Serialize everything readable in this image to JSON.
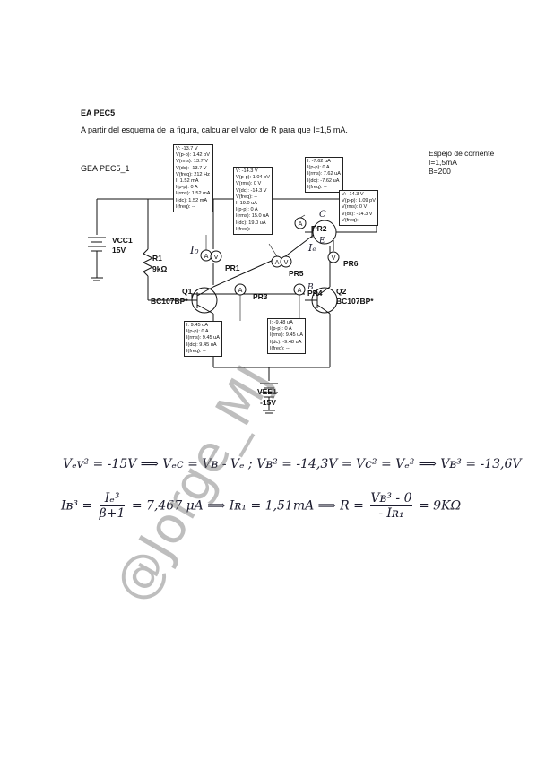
{
  "doc": {
    "title": "EA PEC5",
    "statement": "A partir del esquema de la figura, calcular el valor de R para que I=1,5 mA.",
    "side_note": [
      "Espejo de corriente",
      "I=1,5mA",
      "B=200"
    ]
  },
  "circuit": {
    "name": "GEA PEC5_1",
    "vcc_name": "VCC1",
    "vcc_value": "15V",
    "vee_name": "VEE1",
    "vee_value": "-15V",
    "r1_name": "R1",
    "r1_value": "9kΩ",
    "q1_name": "Q1",
    "q1_model": "BC107BP*",
    "q2_name": "Q2",
    "q2_model": "BC107BP*",
    "probe_names": [
      "PR1",
      "PR2",
      "PR3",
      "PR4",
      "PR5",
      "PR6"
    ],
    "probes": {
      "pr1": "V: -13.7 V\nV(p-p): 1.42 pV\nV(rms): 13.7 V\nV(dc): -13.7 V\nV(freq): 212 Hz\nI: 1.52 mA\nI(p-p): 0 A\nI(rms): 1.52 mA\nI(dc): 1.52 mA\nI(freq): --",
      "pr5": "V: -14.3 V\nV(p-p): 1.04 pV\nV(rms): 0 V\nV(dc): -14.3 V\nV(freq): --\nI: 19.0 uA\nI(p-p): 0 A\nI(rms): 15.0 uA\nI(dc): 19.0 uA\nI(freq): --",
      "pr2": "I: -7.62 uA\nI(p-p): 0 A\nI(rms): 7.62 uA\nI(dc): -7.62 uA\nI(freq): --",
      "pr6": "V: -14.3 V\nV(p-p): 1.09 pV\nV(rms): 0 V\nV(dc): -14.3 V\nV(freq): --",
      "pr3": "I: 9.45 uA\nI(p-p): 0 A\nI(rms): 9.45 uA\nI(dc): 9.45 uA\nI(freq): --",
      "pr4": "I: -9.48 uA\nI(p-p): 0 A\nI(rms): 9.45 uA\nI(dc): -9.48 uA\nI(freq): --"
    },
    "annotations": {
      "i0": "I₀",
      "ie": "Iₑ",
      "c": "C",
      "e": "E",
      "b": "B"
    }
  },
  "handwriting": {
    "line1": "Vₑᴠ² = -15V ⟹ Vₑc = Vʙ - Vₑ ; Vʙ² = -14,3V = Vc² = Vₑ² ⟹ Vʙ³ = -13,6V",
    "line2a": "Iʙ³ =",
    "frac_num": "Iₑ³",
    "frac_den": "β+1",
    "line2b": "= 7,467 μA ⟹ Iʀ₁ = 1,51mA ⟹ R = ",
    "frac2_num": "Vʙ³ - 0",
    "frac2_den": "- Iʀ₁",
    "line2c": "= 9KΩ"
  },
  "watermark": "@Jorge_MJ"
}
